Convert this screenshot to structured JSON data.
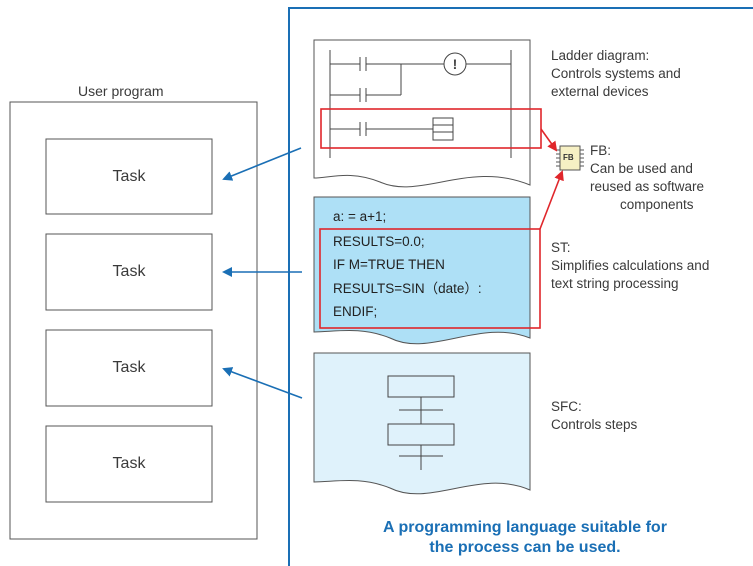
{
  "user_program": {
    "title": "User program",
    "tasks": [
      "Task",
      "Task",
      "Task",
      "Task"
    ]
  },
  "languages": {
    "ladder": {
      "line1": "Ladder diagram:",
      "line2": "Controls systems and",
      "line3": "external devices"
    },
    "fb": {
      "icon_text": "FB",
      "line1": "FB:",
      "line2": "Can be used and",
      "line3": "reused as software",
      "line4": "components"
    },
    "st": {
      "code": [
        "a: = a+1;",
        "RESULTS=0.0;",
        "IF M=TRUE THEN",
        "RESULTS=SIN（date）:",
        "ENDIF;"
      ],
      "line1": "ST:",
      "line2": "Simplifies calculations and",
      "line3": "text string processing"
    },
    "sfc": {
      "line1": "SFC:",
      "line2": "Controls steps"
    }
  },
  "footer": {
    "line1": "A programming language suitable for",
    "line2": "the process can be used."
  },
  "colors": {
    "accent_blue": "#1a6fb5",
    "highlight_red": "#e0262b",
    "st_fill": "#aee0f6",
    "sfc_fill": "#dff2fb",
    "fb_fill": "#f6f0c4"
  }
}
